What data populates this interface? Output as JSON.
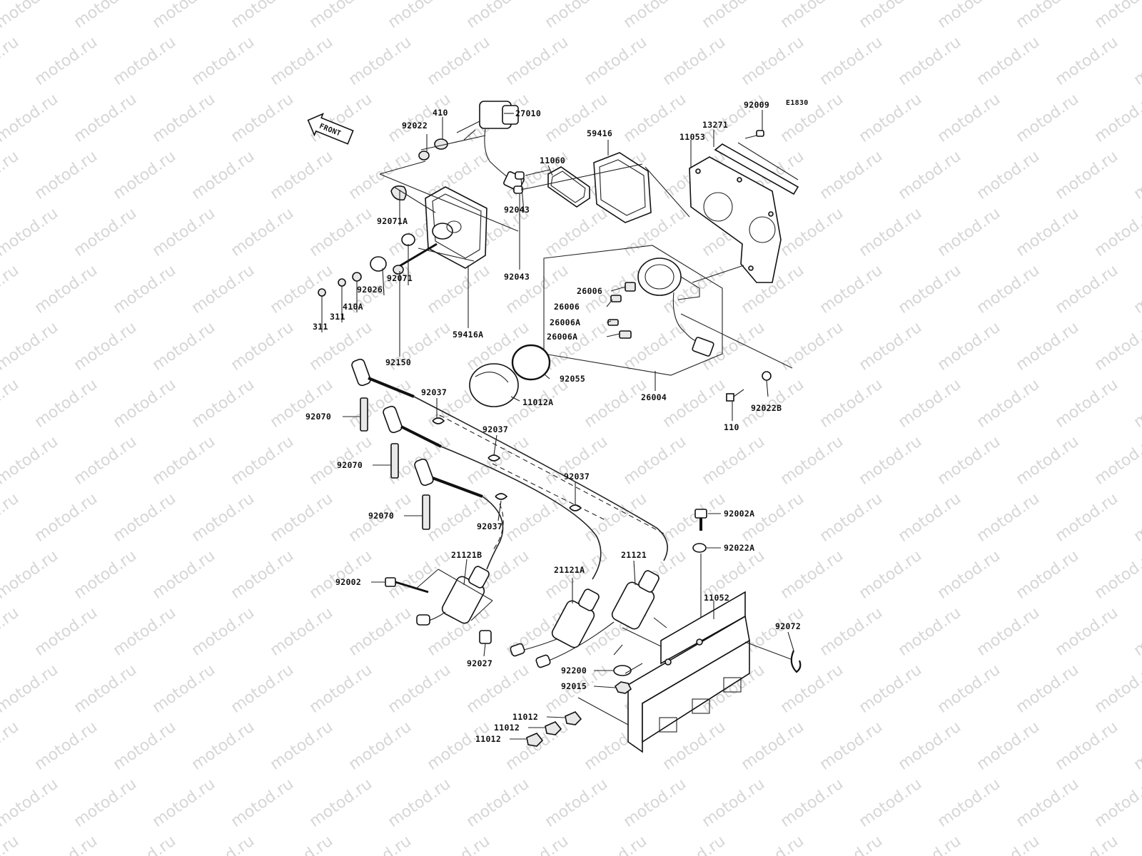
{
  "diagram_code": "E1830",
  "front_label": "FRONT",
  "watermark_text": "motod.ru",
  "parts": [
    {
      "id": "p27010",
      "label": "27010"
    },
    {
      "id": "p410",
      "label": "410"
    },
    {
      "id": "p92022",
      "label": "92022"
    },
    {
      "id": "p59416",
      "label": "59416"
    },
    {
      "id": "p11060",
      "label": "11060"
    },
    {
      "id": "p92009",
      "label": "92009"
    },
    {
      "id": "p13271",
      "label": "13271"
    },
    {
      "id": "p11053",
      "label": "11053"
    },
    {
      "id": "p92043a",
      "label": "92043"
    },
    {
      "id": "p92043b",
      "label": "92043"
    },
    {
      "id": "p92071A",
      "label": "92071A"
    },
    {
      "id": "p92071",
      "label": "92071"
    },
    {
      "id": "p92026",
      "label": "92026"
    },
    {
      "id": "p410A",
      "label": "410A"
    },
    {
      "id": "p311a",
      "label": "311"
    },
    {
      "id": "p311b",
      "label": "311"
    },
    {
      "id": "p92150",
      "label": "92150"
    },
    {
      "id": "p59416A",
      "label": "59416A"
    },
    {
      "id": "p26006a",
      "label": "26006"
    },
    {
      "id": "p26006b",
      "label": "26006"
    },
    {
      "id": "p26006Aa",
      "label": "26006A"
    },
    {
      "id": "p26006Ab",
      "label": "26006A"
    },
    {
      "id": "p92055",
      "label": "92055"
    },
    {
      "id": "p11012A",
      "label": "11012A"
    },
    {
      "id": "p26004",
      "label": "26004"
    },
    {
      "id": "p110",
      "label": "110"
    },
    {
      "id": "p92022B",
      "label": "92022B"
    },
    {
      "id": "p92037a",
      "label": "92037"
    },
    {
      "id": "p92037b",
      "label": "92037"
    },
    {
      "id": "p92037c",
      "label": "92037"
    },
    {
      "id": "p92037d",
      "label": "92037"
    },
    {
      "id": "p92070a",
      "label": "92070"
    },
    {
      "id": "p92070b",
      "label": "92070"
    },
    {
      "id": "p92070c",
      "label": "92070"
    },
    {
      "id": "p92002A",
      "label": "92002A"
    },
    {
      "id": "p92022A",
      "label": "92022A"
    },
    {
      "id": "p21121B",
      "label": "21121B"
    },
    {
      "id": "p21121A",
      "label": "21121A"
    },
    {
      "id": "p21121",
      "label": "21121"
    },
    {
      "id": "p92002",
      "label": "92002"
    },
    {
      "id": "p11052",
      "label": "11052"
    },
    {
      "id": "p92072",
      "label": "92072"
    },
    {
      "id": "p92027",
      "label": "92027"
    },
    {
      "id": "p92200",
      "label": "92200"
    },
    {
      "id": "p92015",
      "label": "92015"
    },
    {
      "id": "p11012a",
      "label": "11012"
    },
    {
      "id": "p11012b",
      "label": "11012"
    },
    {
      "id": "p11012c",
      "label": "11012"
    }
  ]
}
